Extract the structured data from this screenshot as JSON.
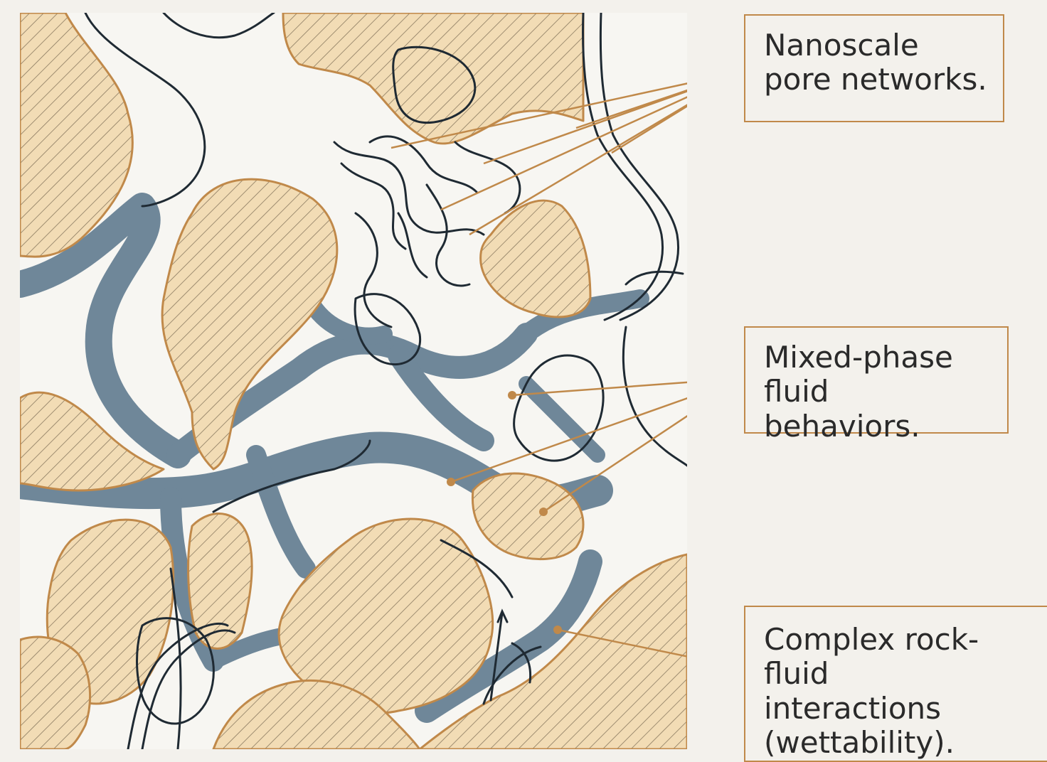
{
  "callouts": [
    {
      "lines": [
        "Nanoscale",
        "pore networks."
      ]
    },
    {
      "lines": [
        "Mixed-phase",
        "fluid behaviors."
      ]
    },
    {
      "lines": [
        "Complex rock-fluid",
        "interactions",
        "(wettability)."
      ]
    }
  ],
  "colors": {
    "background": "#f3f1ec",
    "grain_fill": "#f2dcb5",
    "grain_outline": "#c0894a",
    "hatch": "#8a7a60",
    "pore_outline": "#1f2a33",
    "fluid_phase": "#6f8799",
    "leader_line": "#c0894a"
  }
}
